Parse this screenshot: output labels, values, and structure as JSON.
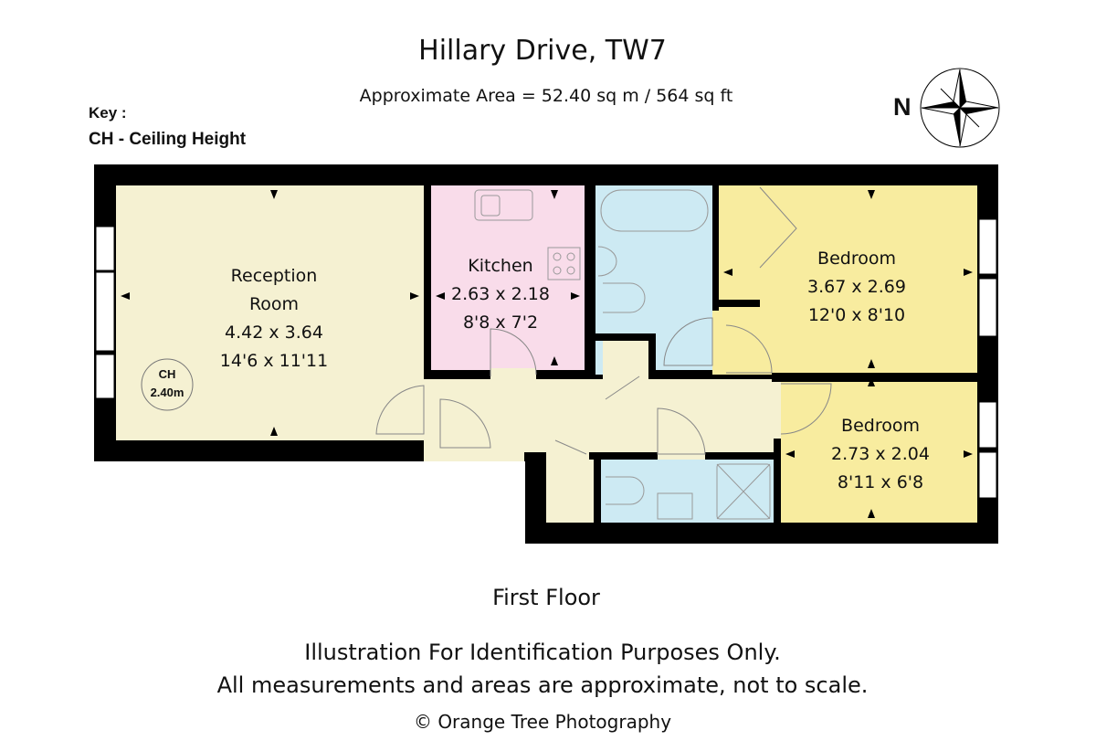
{
  "header": {
    "title": "Hillary Drive, TW7",
    "area": "Approximate Area =  52.40 sq m / 564 sq ft",
    "compass_label": "N"
  },
  "key": {
    "heading": "Key :",
    "entry": "CH - Ceiling Height"
  },
  "rooms": {
    "reception": {
      "name1": "Reception",
      "name2": "Room",
      "metric": "4.42 x 3.64",
      "imperial": "14'6 x 11'11"
    },
    "kitchen": {
      "name": "Kitchen",
      "metric": "2.63 x 2.18",
      "imperial": "8'8 x 7'2"
    },
    "bedroom1": {
      "name": "Bedroom",
      "metric": "3.67 x 2.69",
      "imperial": "12'0 x 8'10"
    },
    "bedroom2": {
      "name": "Bedroom",
      "metric": "2.73 x 2.04",
      "imperial": "8'11 x 6'8"
    }
  },
  "ceiling_badge": {
    "label": "CH",
    "value": "2.40m"
  },
  "footer": {
    "floor": "First Floor",
    "disclaimer1": "Illustration For Identification Purposes Only.",
    "disclaimer2": "All measurements and areas are approximate, not to scale.",
    "copyright": "© Orange Tree Photography"
  },
  "colors": {
    "wall": "#000000",
    "hall": "#f5f1d2",
    "kitchen": "#f9dcea",
    "bathroom": "#cdeaf3",
    "bedroom": "#f8ec9f"
  }
}
